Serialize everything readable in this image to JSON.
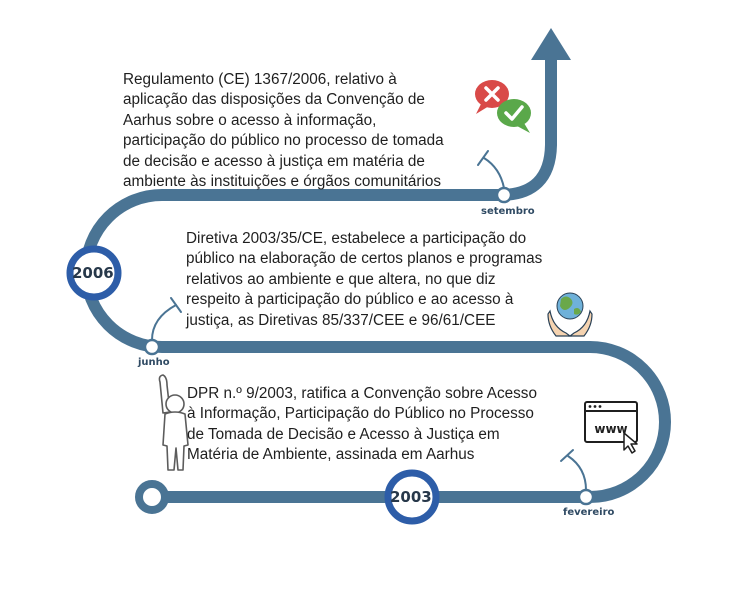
{
  "timeline": {
    "events": [
      {
        "date_label": "setembro",
        "text": "Regulamento (CE) 1367/2006, relativo à\naplicação das disposições da Convenção de\nAarhus sobre o acesso à informação,\nparticipação do público no processo de tomada\nde decisão e acesso à justiça em matéria de\nambiente às instituições e órgãos comunitários"
      },
      {
        "date_label": "junho",
        "text": "Diretiva 2003/35/CE, estabelece a participação do\npúblico na elaboração de certos planos e programas\nrelativos ao ambiente  e que altera, no que diz\nrespeito à participação do público e ao acesso à\njustiça, as Diretivas 85/337/CEE e 96/61/CEE"
      },
      {
        "date_label": "fevereiro",
        "text": "DPR n.º 9/2003, ratifica a Convenção sobre Acesso\nà Informação, Participação do Público no Processo\nde Tomada de Decisão e Acesso à Justiça em\nMatéria de Ambiente, assinada em Aarhus"
      }
    ],
    "years": [
      "2006",
      "2003"
    ],
    "icons": [
      "speech-bubbles-x-check-icon",
      "hands-holding-globe-icon",
      "person-raising-hand-icon",
      "www-browser-cursor-icon"
    ],
    "www_label": "www",
    "colors": {
      "path": "#4a7494",
      "ring": "#2d5da8",
      "ring_fill": "#ffffff",
      "text": "#1f1f1f"
    }
  }
}
